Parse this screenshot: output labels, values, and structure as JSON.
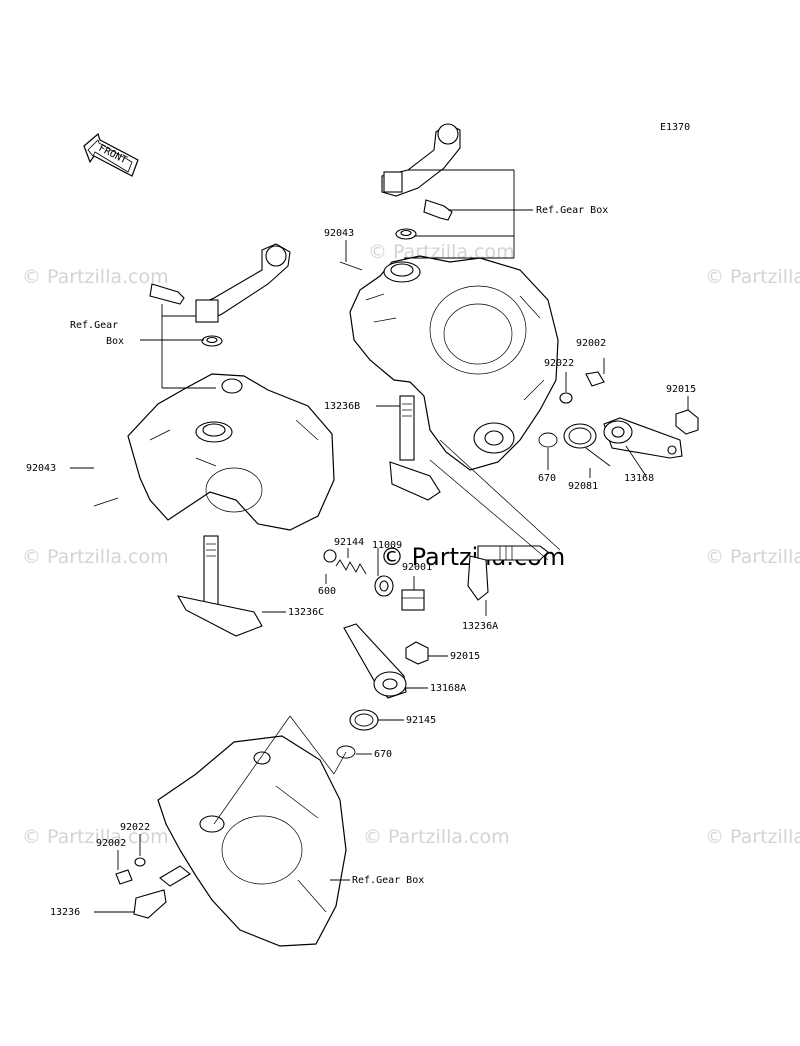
{
  "diagram_code": "E1370",
  "front_label": "FRONT",
  "watermark": "© Partzilla.com",
  "labels": {
    "ref_gear_box_top": "Ref.Gear Box",
    "ref_gear_left_1": "Ref.Gear",
    "ref_gear_left_2": "Box",
    "ref_gear_box_bottom": "Ref.Gear Box",
    "p92043_top": "92043",
    "p92043_left": "92043",
    "p13236B": "13236B",
    "p92002_right": "92002",
    "p92022_right": "92022",
    "p92015_right": "92015",
    "p670_right": "670",
    "p92081": "92081",
    "p13168": "13168",
    "p92144": "92144",
    "p11009": "11009",
    "p600": "600",
    "p92001": "92001",
    "p13236C": "13236C",
    "p13236A": "13236A",
    "p92015_mid": "92015",
    "p13168A": "13168A",
    "p92145": "92145",
    "p670_mid": "670",
    "p92022_left": "92022",
    "p92002_left": "92002",
    "p13236": "13236"
  }
}
